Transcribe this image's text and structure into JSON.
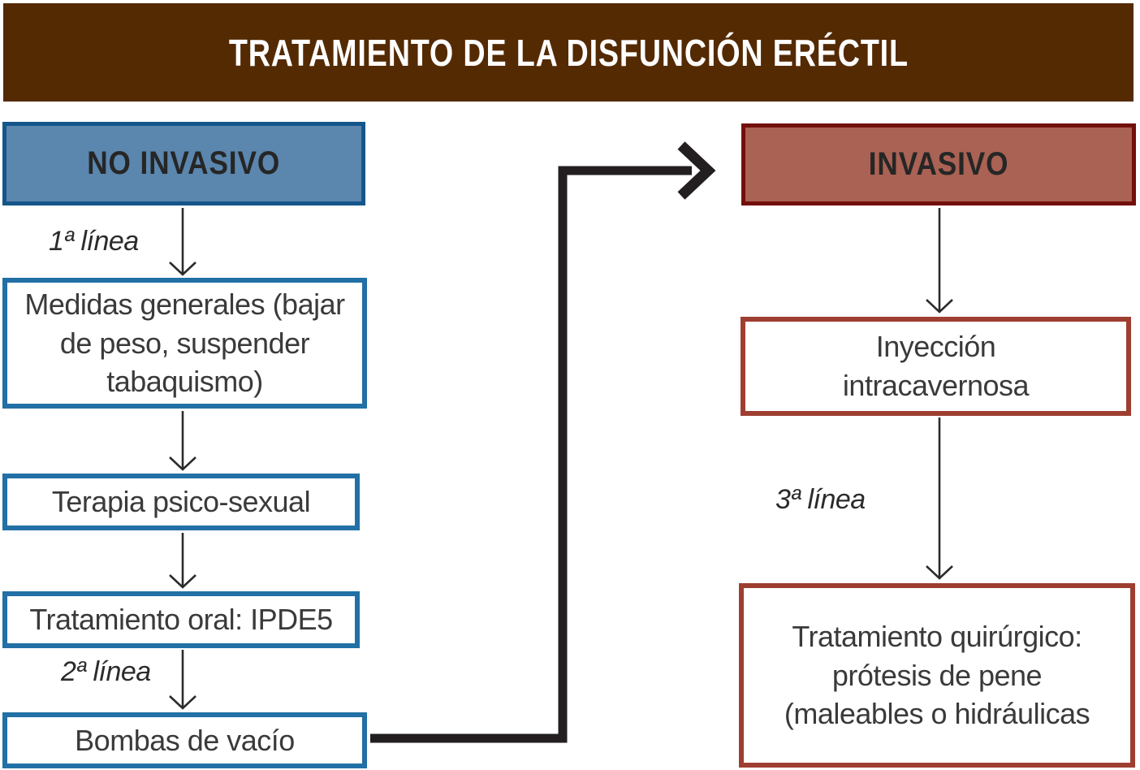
{
  "title": "TRATAMIENTO DE LA DISFUNCIÓN ERÉCTIL",
  "non_invasive": {
    "header": "NO INVASIVO",
    "first_line_label": "1ª línea",
    "second_line_label": "2ª línea",
    "steps": [
      "Medidas generales (bajar\nde peso,  suspender\ntabaquismo)",
      "Terapia psico-sexual",
      "Tratamiento oral: IPDE5",
      "Bombas de vacío"
    ]
  },
  "invasive": {
    "header": "INVASIVO",
    "third_line_label": "3ª línea",
    "steps": [
      "Inyección\nintracavernosa",
      "Tratamiento quirúrgico:\nprótesis de pene\n(maleables o hidráulicas"
    ]
  },
  "colors": {
    "banner_bg": "#542a02",
    "banner_text": "#ffffff",
    "blue_fill": "#5b86ae",
    "blue_dark_border": "#15568a",
    "blue_border": "#2270a5",
    "red_fill": "#a96253",
    "red_dark_border": "#730f0b",
    "red_border": "#9e3e31",
    "connector_black": "#231f20",
    "thin_arrow": "#2b2b2b",
    "body_text": "#3a3a3a"
  }
}
